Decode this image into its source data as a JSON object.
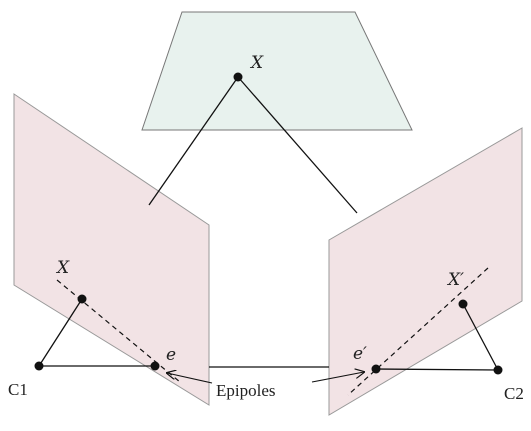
{
  "labels": {
    "world_point": "X",
    "left_image_point": "X",
    "right_image_point": "X′",
    "left_epipole": "e",
    "right_epipole": "e′",
    "camera_left": "C1",
    "camera_right": "C2",
    "epipoles": "Epipoles"
  },
  "colors": {
    "top_plane_fill": "#e8f2ee",
    "image_plane_fill": "#f2e3e5",
    "plane_stroke": "#888888",
    "line": "#111111",
    "point": "#111111"
  }
}
